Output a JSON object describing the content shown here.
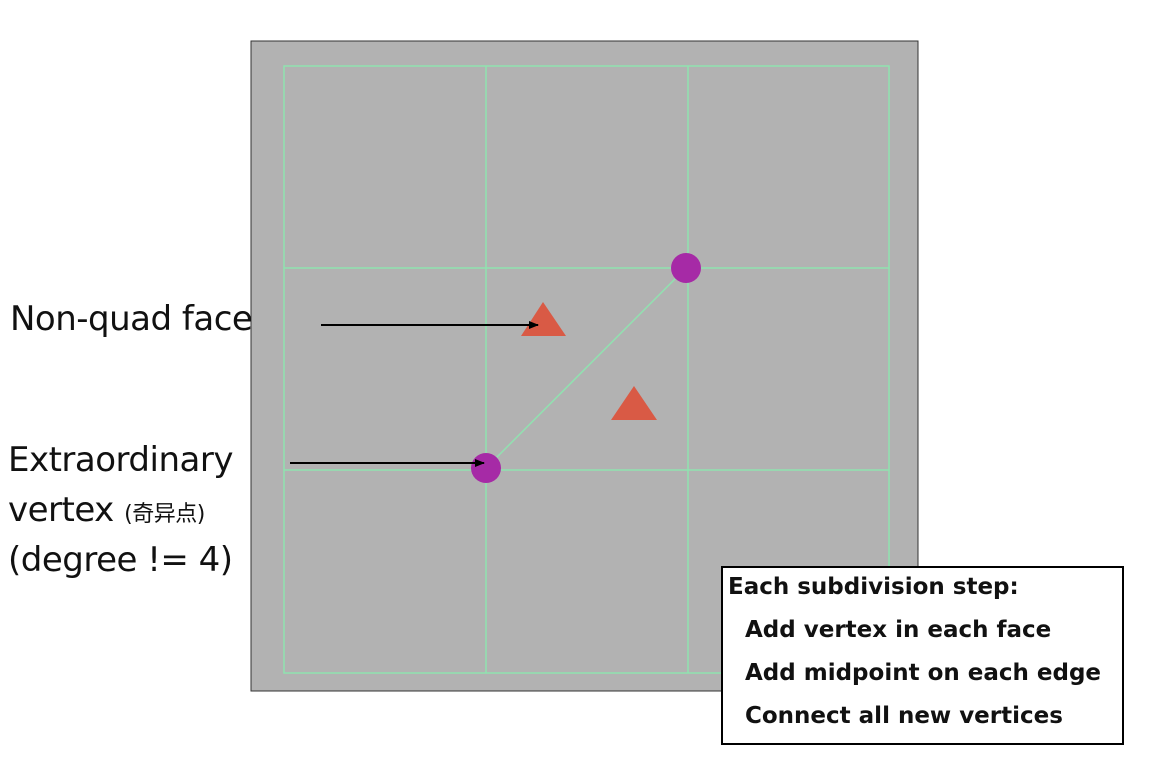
{
  "labels": {
    "non_quad_face": "Non-quad face",
    "extraordinary_line1": "Extraordinary",
    "extraordinary_line2": "vertex",
    "extraordinary_cjk": "(奇异点)",
    "extraordinary_line3": "(degree != 4)"
  },
  "info_box": {
    "title": "Each subdivision step:",
    "steps": [
      "Add vertex in each face",
      "Add midpoint on each edge",
      "Connect all new vertices"
    ]
  },
  "colors": {
    "panel_fill": "#b2b2b2",
    "grid_lines": "#8fe3b0",
    "vertex_marker": "#a62aa6",
    "face_marker": "#d95a45",
    "arrow": "#000000"
  }
}
